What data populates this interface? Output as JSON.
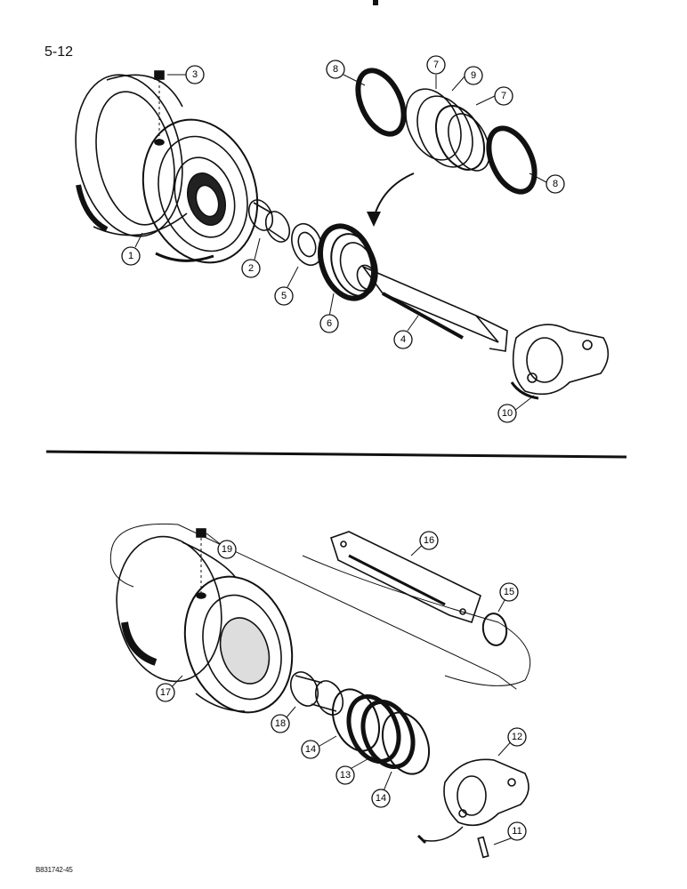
{
  "page": {
    "page_number": "5-12",
    "figure_code": "B831742-45"
  },
  "upper_assembly": {
    "callouts": [
      "1",
      "2",
      "3",
      "4",
      "5",
      "6",
      "7",
      "7",
      "8",
      "8",
      "9",
      "10"
    ]
  },
  "lower_assembly": {
    "callouts": [
      "11",
      "12",
      "13",
      "14",
      "14",
      "15",
      "16",
      "17",
      "18",
      "19"
    ]
  }
}
